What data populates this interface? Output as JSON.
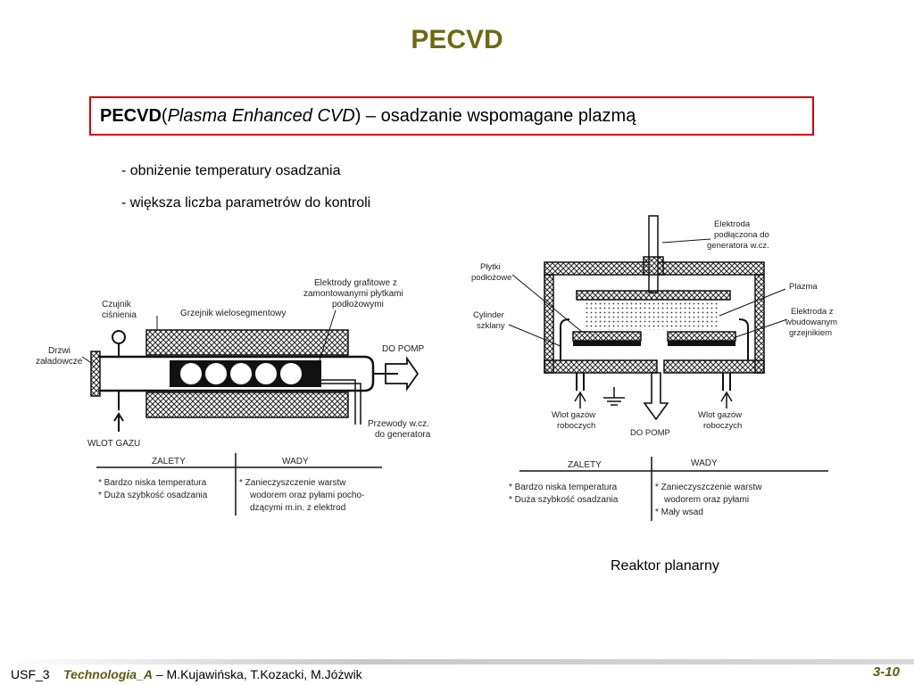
{
  "title": "PECVD",
  "definition": {
    "abbr": "PECVD",
    "open_paren": " (",
    "expansion": "Plasma Enhanced CVD",
    "close_rest": ") – osadzanie wspomagane plazmą"
  },
  "bullets": [
    "- obniżenie temperatury osadzania",
    "- większa liczba parametrów do kontroli"
  ],
  "left_diagram": {
    "labels": {
      "pressure_sensor_1": "Czujnik",
      "pressure_sensor_2": "ciśnienia",
      "heater": "Grzejnik wielosegmentowy",
      "electrodes_1": "Elektrody grafitowe z",
      "electrodes_2": "zamontowanymi płytkami",
      "electrodes_3": "podłożowymi",
      "door_1": "Drzwi",
      "door_2": "załadowcze",
      "to_pump": "DO POMP",
      "gas_inlet": "WLOT GAZU",
      "rf_wires_1": "Przewody w.cz.",
      "rf_wires_2": "do generatora"
    },
    "table": {
      "pros_header": "ZALETY",
      "cons_header": "WADY",
      "pros": [
        "* Bardzo niska temperatura",
        "* Duża szybkość osadzania"
      ],
      "cons": [
        "* Zanieczyszczenie warstw",
        "wodorem oraz pyłami pocho-",
        "dzącymi m.in. z elektrod"
      ]
    }
  },
  "right_diagram": {
    "labels": {
      "electrode_1": "Elektroda",
      "electrode_2": "podłączona do",
      "electrode_3": "generatora w.cz.",
      "substrates_1": "Płytki",
      "substrates_2": "podłożowe",
      "plasma": "Plazma",
      "cylinder_1": "Cylinder",
      "cylinder_2": "szklany",
      "heated_electrode_1": "Elektroda z",
      "heated_electrode_2": "wbudowanym",
      "heated_electrode_3": "grzejnikiem",
      "gas_in_left_1": "Wlot gazów",
      "gas_in_left_2": "roboczych",
      "gas_in_right_1": "Wlot gazów",
      "gas_in_right_2": "roboczych",
      "to_pump": "DO POMP"
    },
    "table": {
      "pros_header": "ZALETY",
      "cons_header": "WADY",
      "pros": [
        "* Bardzo niska temperatura",
        "* Duża szybkość osadzania"
      ],
      "cons": [
        "* Zanieczyszczenie warstw",
        "wodorem oraz pyłami",
        "* Mały wsad"
      ]
    },
    "caption": "Reaktor planarny"
  },
  "footer": {
    "code": "USF_3",
    "course": "Technologia_A",
    "authors": " – M.Kujawińska, T.Kozacki, M.Jóżwik",
    "page": "3-10"
  }
}
